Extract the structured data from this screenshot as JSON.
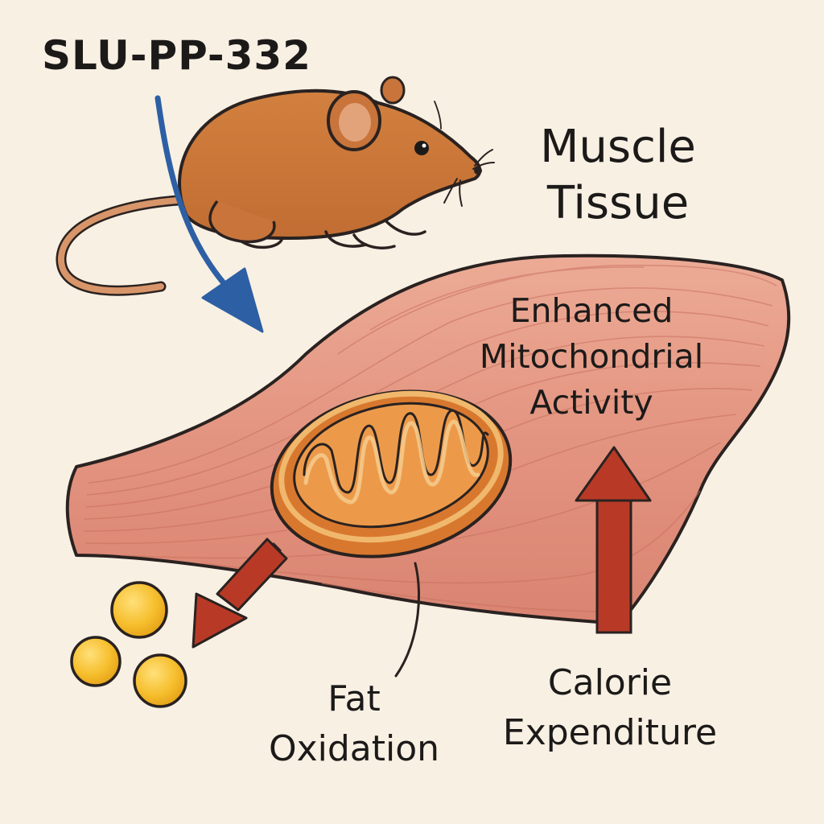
{
  "labels": {
    "compound": "SLU-PP-332",
    "tissue_line1": "Muscle",
    "tissue_line2": "Tissue",
    "mito_line1": "Enhanced",
    "mito_line2": "Mitochondrial",
    "mito_line3": "Activity",
    "fat_line1": "Fat",
    "fat_line2": "Oxidation",
    "calorie_line1": "Calorie",
    "calorie_line2": "Expenditure"
  },
  "colors": {
    "background": "#f8f0e3",
    "mouse": "#c8743b",
    "muscle": "#e59a86",
    "mitochondrion": "#d8782f",
    "compound_arrow": "#2d5fa4",
    "effect_arrows": "#b83a26",
    "fat_droplets": "#f2b523"
  },
  "icons": {
    "animal": "mouse-icon",
    "organelle": "mitochondrion-icon",
    "fat": "fat-droplet-icon"
  }
}
